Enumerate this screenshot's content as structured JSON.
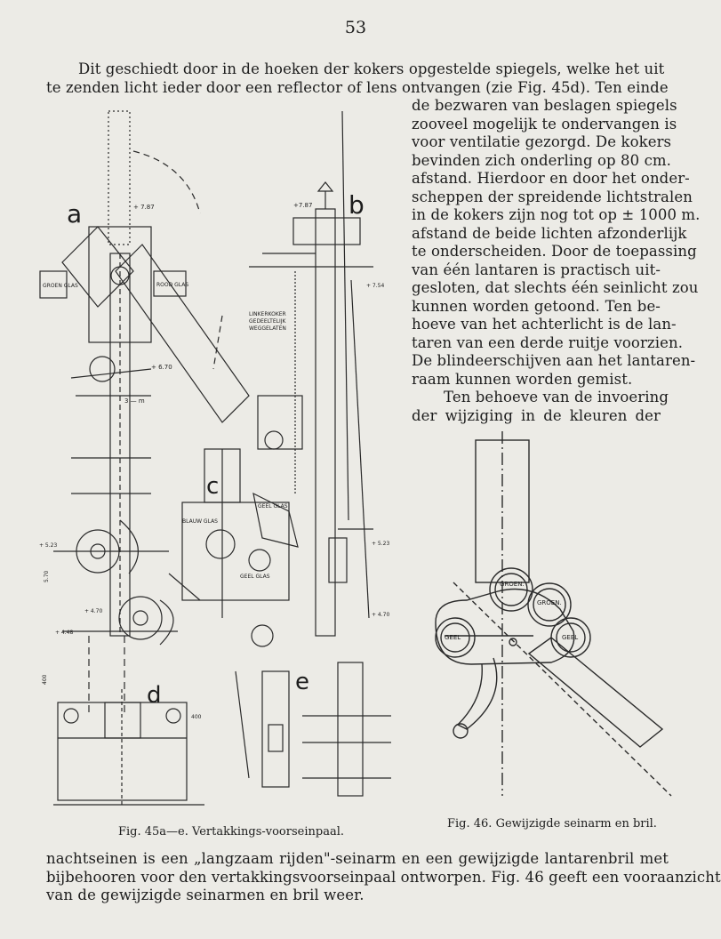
{
  "page_number": "53",
  "paragraph_top": [
    "Dit geschiedt door in de hoeken der kokers opgestelde spiegels, welke het uit",
    "te zenden licht ieder door een reflector of lens ontvangen (zie Fig. 45d). Ten einde"
  ],
  "paragraph_right": [
    "de bezwaren van beslagen spiegels",
    "zooveel mogelijk te ondervangen is",
    "voor ventilatie gezorgd. De kokers",
    "bevinden zich onderling op 80 cm.",
    "afstand. Hierdoor en door het onder-",
    "scheppen der spreidende lichtstralen",
    "in de kokers zijn nog tot op ± 1000 m.",
    "afstand de beide lichten afzonderlijk",
    "te onderscheiden. Door de toepassing",
    "van één lantaren is practisch uit-",
    "gesloten, dat slechts één seinlicht zou",
    "kunnen worden getoond. Ten be-",
    "hoeve van het achterlicht is de lan-",
    "taren van een derde ruitje voorzien.",
    "De blindeerschijven aan het lantaren-",
    "raam kunnen worden gemist.",
    "Ten behoeve van de invoering",
    "der wijziging in de kleuren der"
  ],
  "figure_45": {
    "letters": [
      "a",
      "b",
      "c",
      "d",
      "e"
    ],
    "labels": {
      "groen_glas": "GROEN GLAS",
      "rood_glas": "ROOD GLAS",
      "blauw_glas": "BLAUW GLAS",
      "geel_glas_1": "GEEL GLAS",
      "geel_glas_2": "GEEL GLAS",
      "linkerkoker": "LINKERKOKER",
      "gedeeltelijk": "GEDEELTELIJK",
      "weggelaten": "WEGGELATEN",
      "dim_787_a": "+ 7.87",
      "dim_787_b": "+7.87",
      "dim_754": "+ 7.54",
      "dim_670": "+ 6.70",
      "dim_3m": "3 — m",
      "dim_523": "+ 5.23",
      "dim_470": "+ 4.70",
      "dim_448": "+ 4.48",
      "dim_570": "5.70",
      "dim_400_a": "400",
      "dim_400_b": "400"
    }
  },
  "figure_46": {
    "groen_1": "GROEN.",
    "groen_2": "GROEN.",
    "geel_1": "GEEL",
    "geel_2": "GEEL"
  },
  "caption_45": "Fig. 45a—e. Vertakkings-voorseinpaal.",
  "caption_46": "Fig. 46. Gewijzigde seinarm en bril.",
  "paragraph_bottom": [
    "nachtseinen is een „langzaam rijden\"-seinarm en een gewijzigde lantarenbril met",
    "bijbehooren voor den vertakkingsvoorseinpaal ontworpen. Fig. 46 geeft een vooraanzicht",
    "van de gewijzigde seinarmen en bril weer."
  ],
  "colors": {
    "paper": "#ecebe6",
    "ink": "#1d1d1d"
  }
}
